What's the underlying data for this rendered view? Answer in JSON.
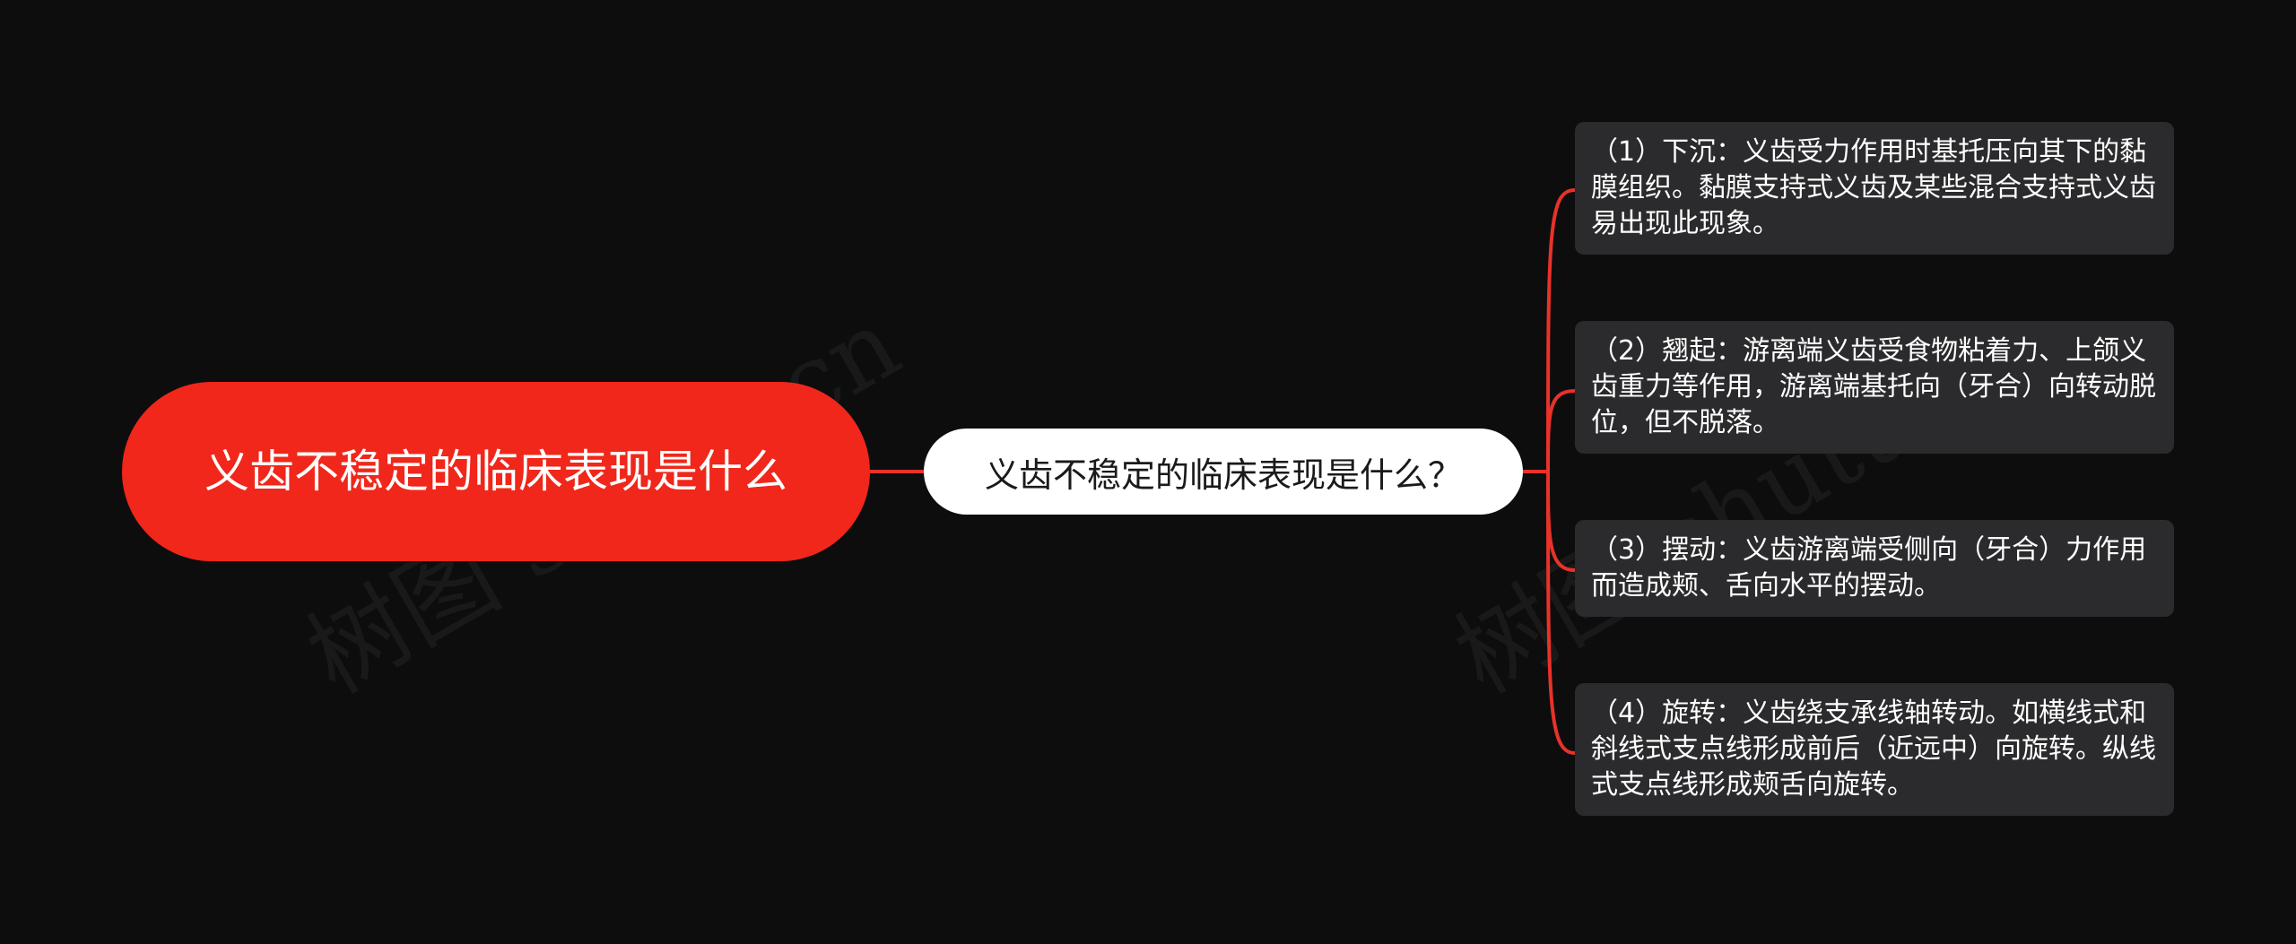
{
  "diagram": {
    "root": {
      "label": "义齿不稳定的临床表现是什么"
    },
    "main": {
      "label": "义齿不稳定的临床表现是什么？"
    },
    "leaves": [
      {
        "label": "（1）下沉：义齿受力作用时基托压向其下的黏膜组织。黏膜支持式义齿及某些混合支持式义齿易出现此现象。"
      },
      {
        "label": "（2）翘起：游离端义齿受食物粘着力、上颌义齿重力等作用，游离端基托向（牙合）向转动脱位，但不脱落。"
      },
      {
        "label": "（3）摆动：义齿游离端受侧向（牙合）力作用而造成颊、舌向水平的摆动。"
      },
      {
        "label": "（4）旋转：义齿绕支承线轴转动。如横线式和斜线式支点线形成前后（近远中）向旋转。纵线式支点线形成颊舌向旋转。"
      }
    ]
  },
  "watermarks": [
    "树图 shutu.cn",
    "树图 shutu.cn"
  ],
  "colors": {
    "background": "#0d0d0e",
    "root_fill": "#f0271a",
    "connector": "#e8322a",
    "main_fill": "#ffffff",
    "leaf_fill": "#2b2b2d"
  }
}
